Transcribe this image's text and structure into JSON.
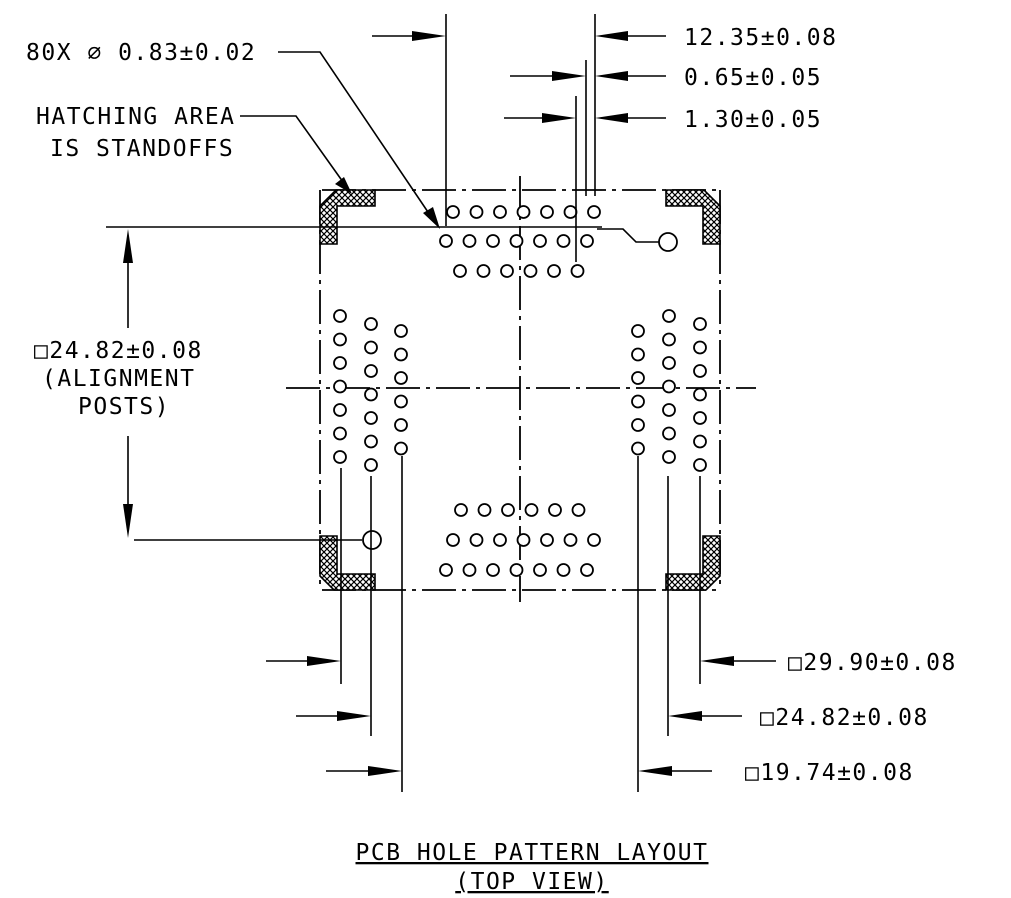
{
  "title": "PCB HOLE PATTERN LAYOUT",
  "subtitle": "(TOP VIEW)",
  "callouts": {
    "hole_count": "80X ∅ 0.83±0.02",
    "hatching_line1": "HATCHING AREA",
    "hatching_line2": "IS STANDOFFS",
    "alignment_line1": "□24.82±0.08",
    "alignment_line2": "(ALIGNMENT",
    "alignment_line3": "POSTS)"
  },
  "dimensions_top": {
    "d1": "12.35±0.08",
    "d2": "0.65±0.05",
    "d3": "1.30±0.05"
  },
  "dimensions_bottom": {
    "d1": "□29.90±0.08",
    "d2": "□24.82±0.08",
    "d3": "□19.74±0.08"
  }
}
